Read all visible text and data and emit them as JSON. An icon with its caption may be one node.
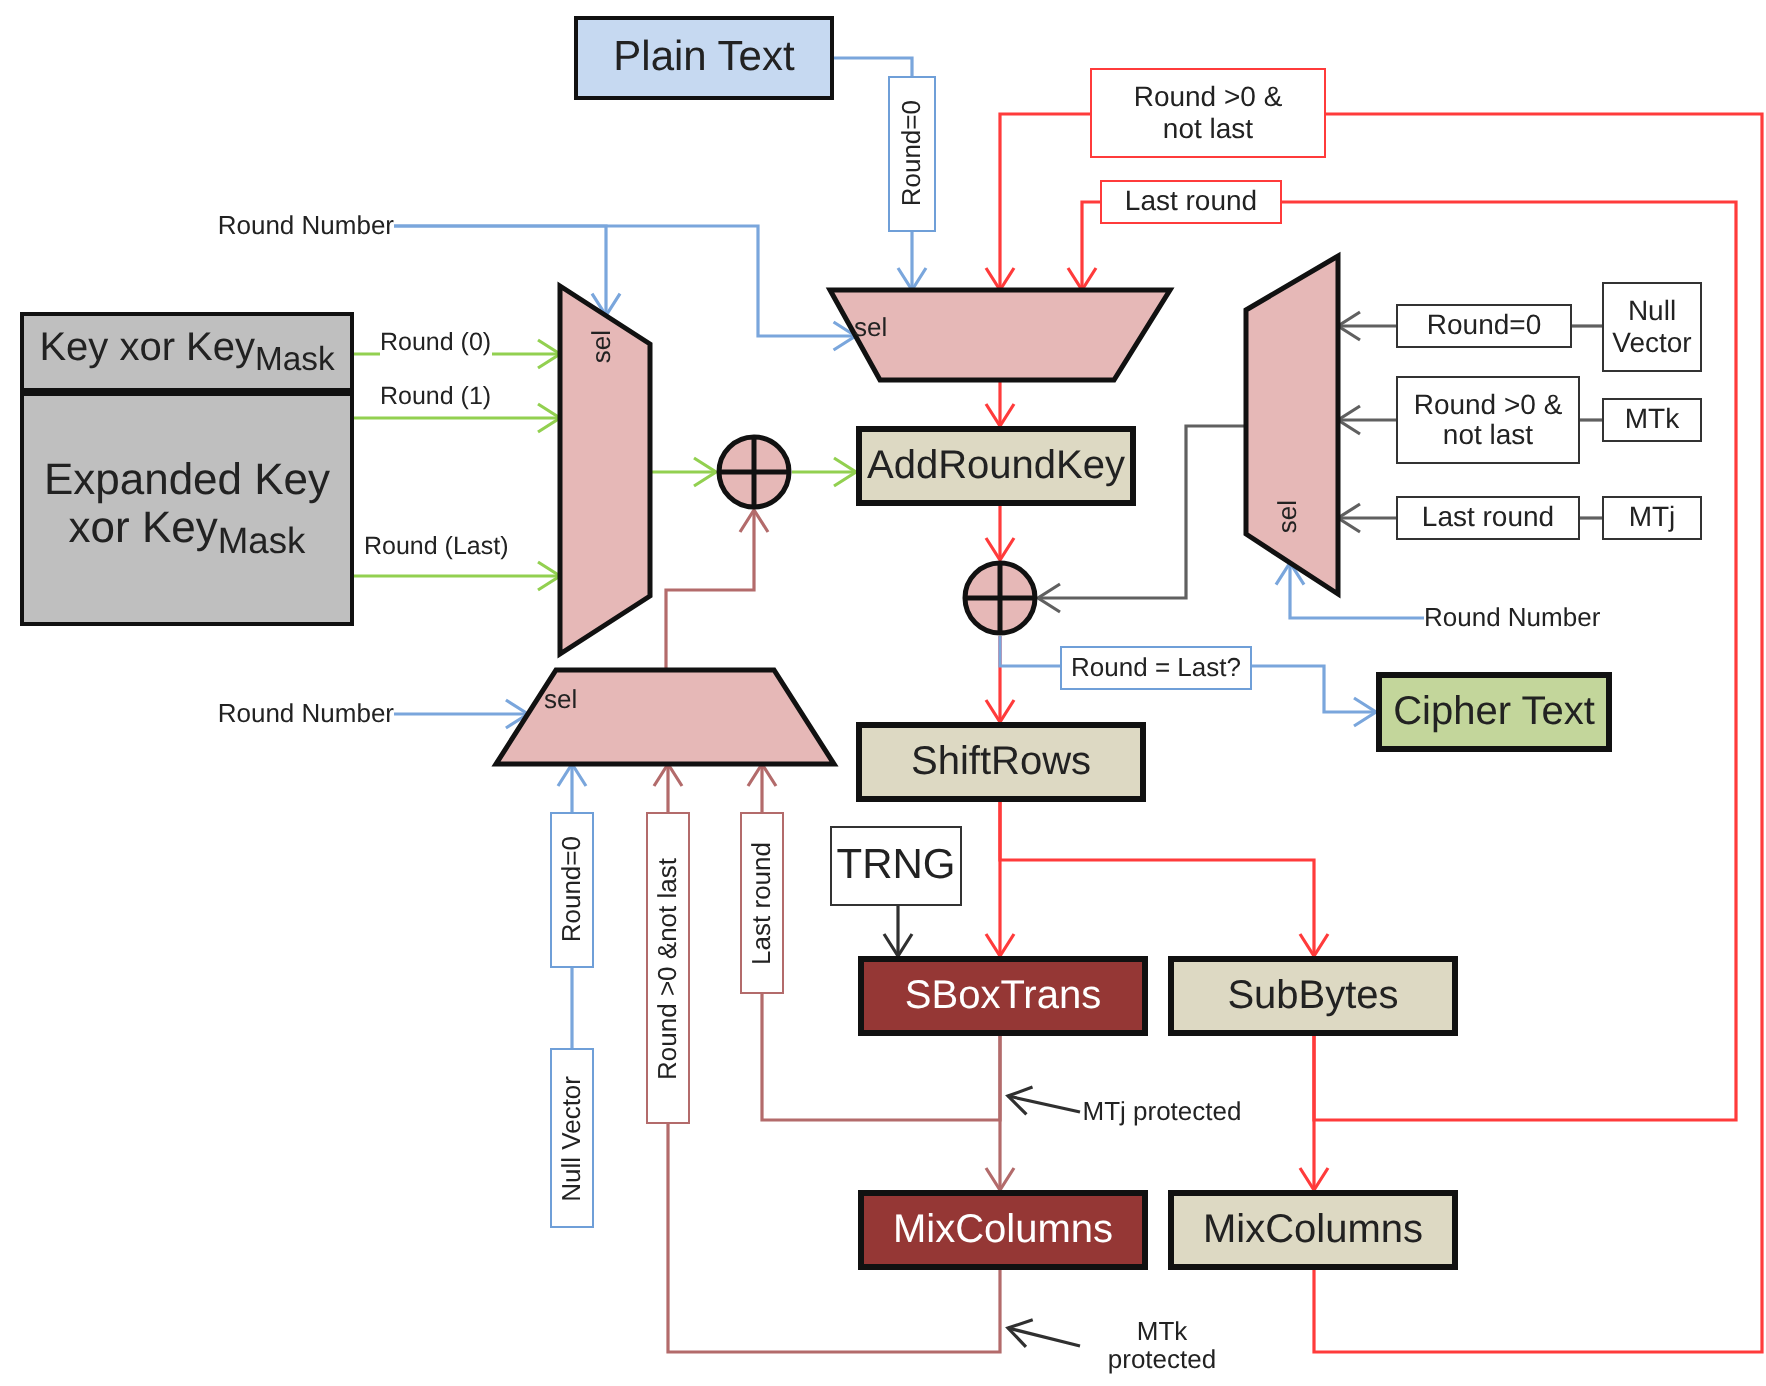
{
  "diagram": {
    "nodes": [
      {
        "text": [
          "Plain Text"
        ]
      },
      {
        "text": [
          "Round=0"
        ]
      },
      {
        "text": [
          "Round >0 & not last"
        ]
      },
      {
        "text": [
          "Last round"
        ]
      },
      {
        "text": [
          "Round Number"
        ]
      },
      {
        "text": [
          "Key xor Key$_{Mask}$"
        ]
      },
      {
        "text": [
          "Expanded Key xor Key$_{Mask}$"
        ]
      },
      {
        "text": [
          "sel"
        ]
      },
      {
        "text": [],
        "shape": "circle"
      },
      {
        "text": [
          "sel"
        ]
      },
      {
        "text": [
          "AddRoundKey"
        ]
      },
      {
        "text": [
          "sel"
        ]
      },
      {
        "text": [
          "Round=0"
        ]
      },
      {
        "text": [
          "Null Vector"
        ]
      },
      {
        "text": [
          "Round >0 & not last"
        ]
      },
      {
        "text": [
          "MTk"
        ]
      },
      {
        "text": [
          "Last round"
        ]
      },
      {
        "text": [
          "MTj"
        ]
      },
      {
        "text": [
          "Round Number"
        ]
      },
      {
        "text": [],
        "shape": "circle"
      },
      {
        "text": [
          "Round = Last?"
        ]
      },
      {
        "text": [
          "Cipher Text"
        ]
      },
      {
        "text": [
          "Round Number"
        ]
      },
      {
        "text": [
          "sel"
        ]
      },
      {
        "text": [
          "ShiftRows"
        ]
      },
      {
        "text": [
          "Round=0"
        ]
      },
      {
        "text": [
          "Null Vector"
        ]
      },
      {
        "text": [
          "Round >0 &not last"
        ]
      },
      {
        "text": [
          "Last round"
        ]
      },
      {
        "text": [
          "TRNG"
        ]
      },
      {
        "text": [
          "SBoxTrans"
        ]
      },
      {
        "text": [
          "SubBytes"
        ]
      },
      {
        "text": [
          "MTj protected"
        ]
      },
      {
        "text": [
          "MixColumns"
        ]
      },
      {
        "text": [
          "MixColumns"
        ]
      },
      {
        "text": [
          "MTk protected"
        ]
      }
    ],
    "edges": [
      {
        "from": 0,
        "to": 1,
        "arrow": "none",
        "color": "#7aa6dc"
      },
      {
        "from": 1,
        "to": 9,
        "arrow": "to",
        "color": "#7aa6dc"
      },
      {
        "from": 2,
        "to": 9,
        "arrow": "to",
        "color": "#ff3b3b"
      },
      {
        "from": 3,
        "to": 9,
        "arrow": "to",
        "color": "#ff3b3b"
      },
      {
        "from": 34,
        "to": 2,
        "arrow": "none",
        "color": "#ff3b3b"
      },
      {
        "from": 31,
        "to": 3,
        "arrow": "none",
        "color": "#ff3b3b"
      },
      {
        "from": 31,
        "to": 34,
        "arrow": "to",
        "color": "#ff3b3b"
      },
      {
        "from": 4,
        "to": 7,
        "arrow": "to",
        "color": "#7aa6dc"
      },
      {
        "from": 4,
        "to": 9,
        "arrow": "to",
        "color": "#7aa6dc"
      },
      {
        "from": 5,
        "to": 7,
        "arrow": "to",
        "label": "Round (0)",
        "color": "#92d050"
      },
      {
        "from": 6,
        "to": 7,
        "arrow": "to",
        "label": "Round (1)",
        "color": "#92d050"
      },
      {
        "from": 6,
        "to": 7,
        "arrow": "to",
        "label": "Round (Last)",
        "color": "#92d050"
      },
      {
        "from": 7,
        "to": 8,
        "arrow": "to",
        "color": "#92d050"
      },
      {
        "from": 8,
        "to": 10,
        "arrow": "to",
        "color": "#92d050"
      },
      {
        "from": 23,
        "to": 8,
        "arrow": "to",
        "color": "#b36b6b"
      },
      {
        "from": 9,
        "to": 10,
        "arrow": "to",
        "color": "#ff3b3b"
      },
      {
        "from": 10,
        "to": 19,
        "arrow": "to",
        "color": "#ff3b3b"
      },
      {
        "from": 11,
        "to": 19,
        "arrow": "to",
        "color": "#606060"
      },
      {
        "from": 12,
        "to": 11,
        "arrow": "to",
        "color": "#606060"
      },
      {
        "from": 13,
        "to": 12,
        "arrow": "none",
        "color": "#606060"
      },
      {
        "from": 14,
        "to": 11,
        "arrow": "to",
        "color": "#606060"
      },
      {
        "from": 15,
        "to": 14,
        "arrow": "none",
        "color": "#606060"
      },
      {
        "from": 16,
        "to": 11,
        "arrow": "to",
        "color": "#606060"
      },
      {
        "from": 17,
        "to": 16,
        "arrow": "none",
        "color": "#606060"
      },
      {
        "from": 18,
        "to": 11,
        "arrow": "to",
        "color": "#7aa6dc"
      },
      {
        "from": 19,
        "to": 24,
        "arrow": "to",
        "color": "#ff3b3b"
      },
      {
        "from": 19,
        "to": 20,
        "arrow": "none",
        "color": "#7aa6dc"
      },
      {
        "from": 20,
        "to": 21,
        "arrow": "to",
        "color": "#7aa6dc"
      },
      {
        "from": 22,
        "to": 23,
        "arrow": "to",
        "color": "#7aa6dc"
      },
      {
        "from": 25,
        "to": 23,
        "arrow": "to",
        "color": "#7aa6dc"
      },
      {
        "from": 26,
        "to": 25,
        "arrow": "none",
        "color": "#7aa6dc"
      },
      {
        "from": 27,
        "to": 23,
        "arrow": "to",
        "color": "#b36b6b"
      },
      {
        "from": 28,
        "to": 23,
        "arrow": "to",
        "color": "#b36b6b"
      },
      {
        "from": 33,
        "to": 27,
        "arrow": "none",
        "color": "#b36b6b"
      },
      {
        "from": 30,
        "to": 28,
        "arrow": "none",
        "color": "#b36b6b"
      },
      {
        "from": 30,
        "to": 33,
        "arrow": "to",
        "color": "#b36b6b"
      },
      {
        "from": 24,
        "to": 30,
        "arrow": "to",
        "color": "#ff3b3b"
      },
      {
        "from": 24,
        "to": 31,
        "arrow": "to",
        "color": "#ff3b3b"
      },
      {
        "from": 29,
        "to": 30,
        "arrow": "to",
        "color": "#303030"
      },
      {
        "from": 32,
        "to": null,
        "arrow": "to",
        "color": "#303030"
      },
      {
        "from": 35,
        "to": null,
        "arrow": "to",
        "color": "#303030"
      }
    ]
  }
}
